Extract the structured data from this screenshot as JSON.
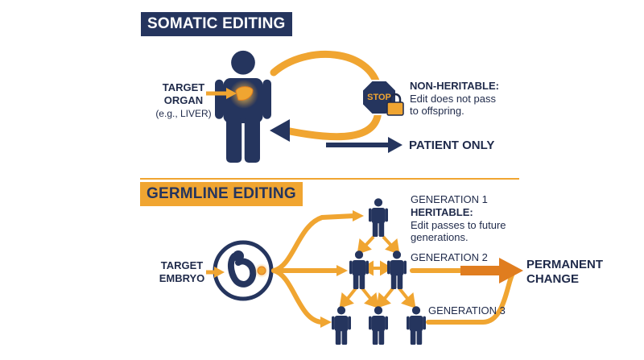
{
  "somatic": {
    "title": "SOMATIC EDITING",
    "target_line1": "TARGET",
    "target_line2": "ORGAN",
    "target_example": "(e.g., LIVER)",
    "stop_sign": "STOP",
    "nonheritable_title": "NON-HERITABLE:",
    "nonheritable_line1": "Edit does not pass",
    "nonheritable_line2": "to offspring.",
    "patient_only": "PATIENT ONLY"
  },
  "germline": {
    "title": "GERMLINE EDITING",
    "target_line1": "TARGET",
    "target_line2": "EMBRYO",
    "generation1": "GENERATION 1",
    "heritable_title": "HERITABLE:",
    "heritable_line1": "Edit passes to future",
    "heritable_line2": "generations.",
    "generation2": "GENERATION 2",
    "generation3": "GENERATION 3",
    "permanent_line1": "PERMANENT",
    "permanent_line2": "CHANGE"
  },
  "colors": {
    "navy": "#25355e",
    "orange": "#f0a531",
    "dark_orange": "#e07d1f",
    "stop_red": "#c0392b",
    "lock": "#f0a531"
  },
  "icons": [
    "person-icon",
    "liver-icon",
    "stop-sign-icon",
    "lock-icon",
    "embryo-icon"
  ]
}
